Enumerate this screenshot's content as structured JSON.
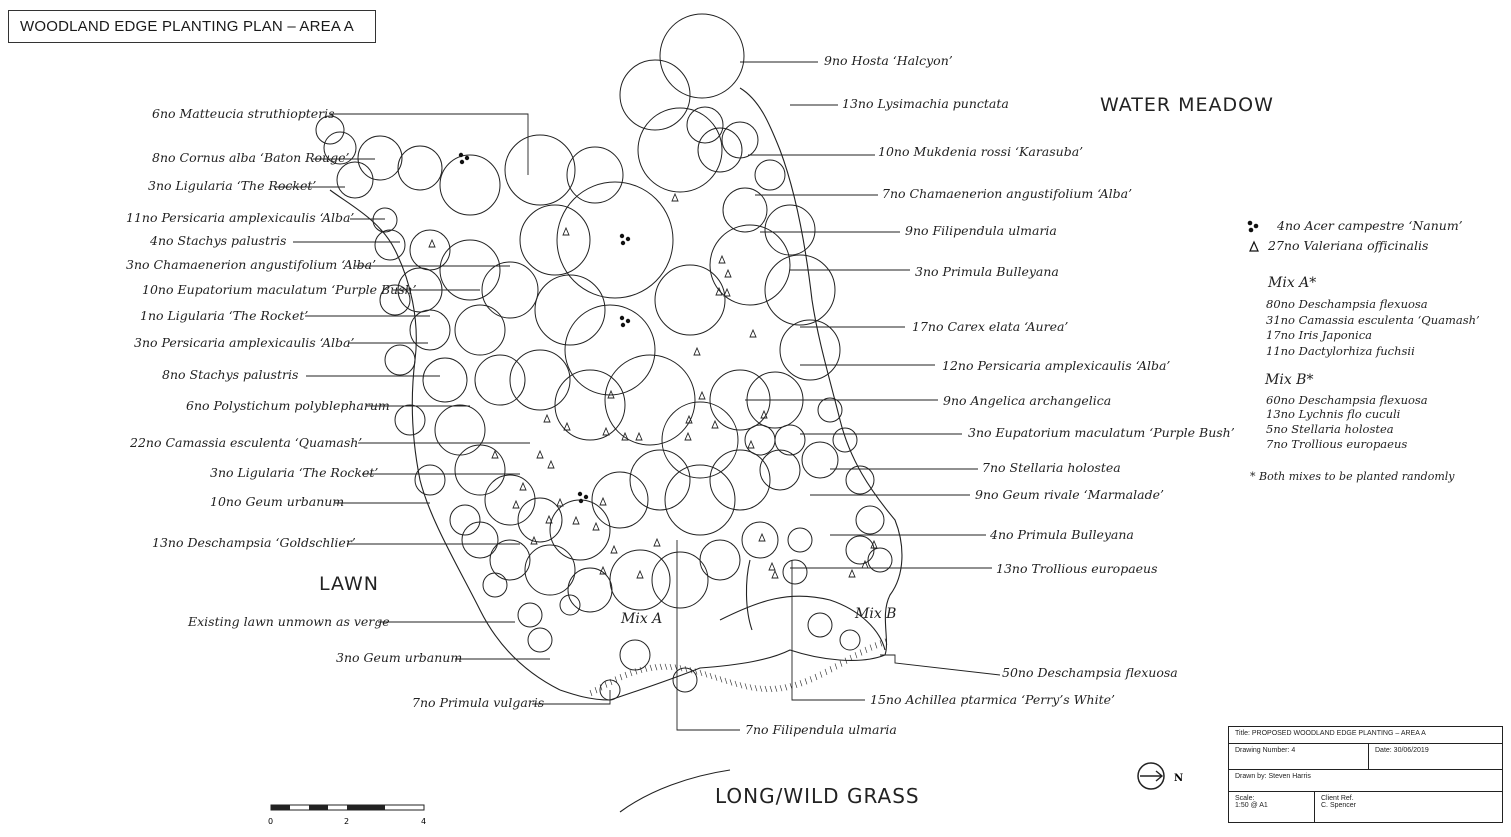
{
  "title": "WOODLAND EDGE PLANTING PLAN – AREA A",
  "areas": {
    "water_meadow": "WATER MEADOW",
    "lawn": "LAWN",
    "long_wild_grass": "LONG/WILD GRASS",
    "mix_a": "Mix A",
    "mix_b": "Mix B"
  },
  "left_labels": [
    "6no Matteucia struthiopteris",
    "8no Cornus alba ‘Baton Rouge’",
    "3no Ligularia ‘The Rocket’",
    "11no Persicaria amplexicaulis ‘Alba’",
    "4no Stachys palustris",
    "3no Chamaenerion angustifolium ‘Alba’",
    "10no Eupatorium maculatum ‘Purple Bush’",
    "1no Ligularia ‘The Rocket’",
    "3no Persicaria amplexicaulis ‘Alba’",
    "8no Stachys palustris",
    "6no Polystichum polyblepharum",
    "22no Camassia esculenta ‘Quamash’",
    "3no Ligularia ‘The Rocket’",
    "10no Geum urbanum",
    "13no Deschampsia ‘Goldschlier’",
    "Existing lawn unmown as verge",
    "3no Geum urbanum",
    "7no Primula vulgaris"
  ],
  "right_labels": [
    "9no Hosta ‘Halcyon’",
    "13no Lysimachia punctata",
    "10no Mukdenia rossi ‘Karasuba’",
    "7no Chamaenerion angustifolium ‘Alba’",
    "9no Filipendula ulmaria",
    "3no Primula Bulleyana",
    "17no Carex elata ‘Aurea’",
    "12no Persicaria amplexicaulis ‘Alba’",
    "9no Angelica archangelica",
    "3no Eupatorium maculatum ‘Purple Bush’",
    "7no Stellaria holostea",
    "9no Geum rivale ‘Marmalade’",
    "4no Primula Bulleyana",
    "13no Trollious europaeus",
    "50no Deschampsia flexuosa",
    "15no Achillea ptarmica ‘Perry’s White’"
  ],
  "bottom_label": "7no Filipendula ulmaria",
  "key": {
    "symbol_items": [
      {
        "icon": "three-dots",
        "text": "4no Acer campestre ‘Nanum’"
      },
      {
        "icon": "triangle",
        "text": "27no Valeriana officinalis"
      }
    ],
    "mix_a_title": "Mix A*",
    "mix_a_items": [
      "80no Deschampsia flexuosa",
      "31no Camassia esculenta ‘Quamash’",
      "17no Iris Japonica",
      "11no Dactylorhiza fuchsii"
    ],
    "mix_b_title": "Mix B*",
    "mix_b_items": [
      "60no Deschampsia flexuosa",
      "13no Lychnis flo cuculi",
      "5no Stellaria holostea",
      "7no Trollious europaeus"
    ],
    "note": "* Both mixes to be planted randomly"
  },
  "north_label": "N",
  "scale_bar": {
    "ticks": [
      "0",
      "2",
      "4"
    ]
  },
  "title_block": {
    "title": "Title:  PROPOSED WOODLAND EDGE PLANTING – AREA A",
    "drawing_number": "Drawing Number:  4",
    "date": "Date:  30/06/2019",
    "drawn_by": "Drawn by:   Steven Harris",
    "scale_label": "Scale:",
    "scale_value": "1:50 @ A1",
    "client_label": "Client Ref.",
    "client_value": "C. Spencer"
  }
}
